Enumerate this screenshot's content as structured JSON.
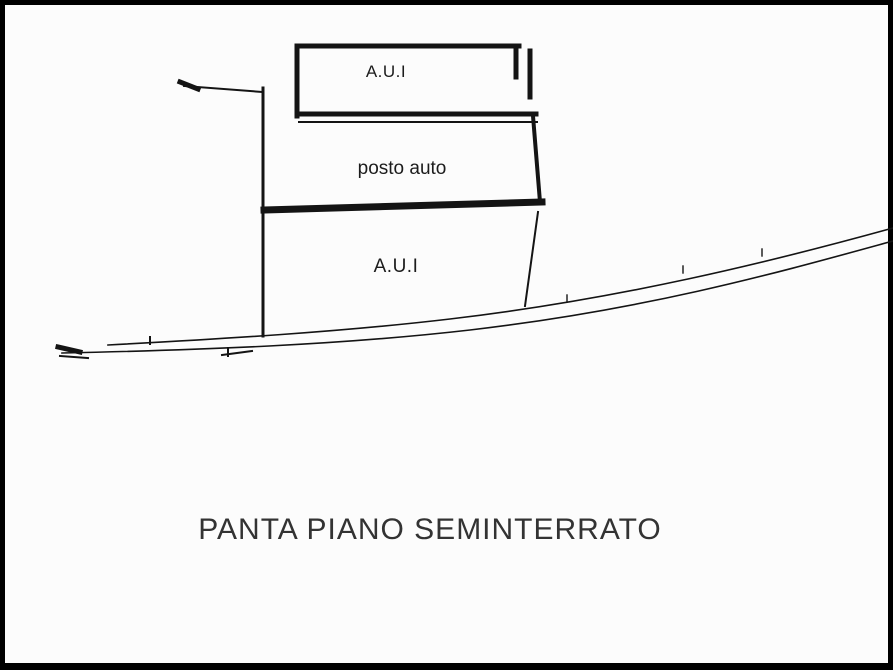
{
  "page": {
    "background": "#000000",
    "canvas_color": "#fcfcfc"
  },
  "plan": {
    "line_color": "#141414",
    "rooms": {
      "top_unit": "A.U.I",
      "parking": "posto auto",
      "lower_unit": "A.U.I"
    },
    "title": "PANTA PIANO SEMINTERRATO"
  }
}
